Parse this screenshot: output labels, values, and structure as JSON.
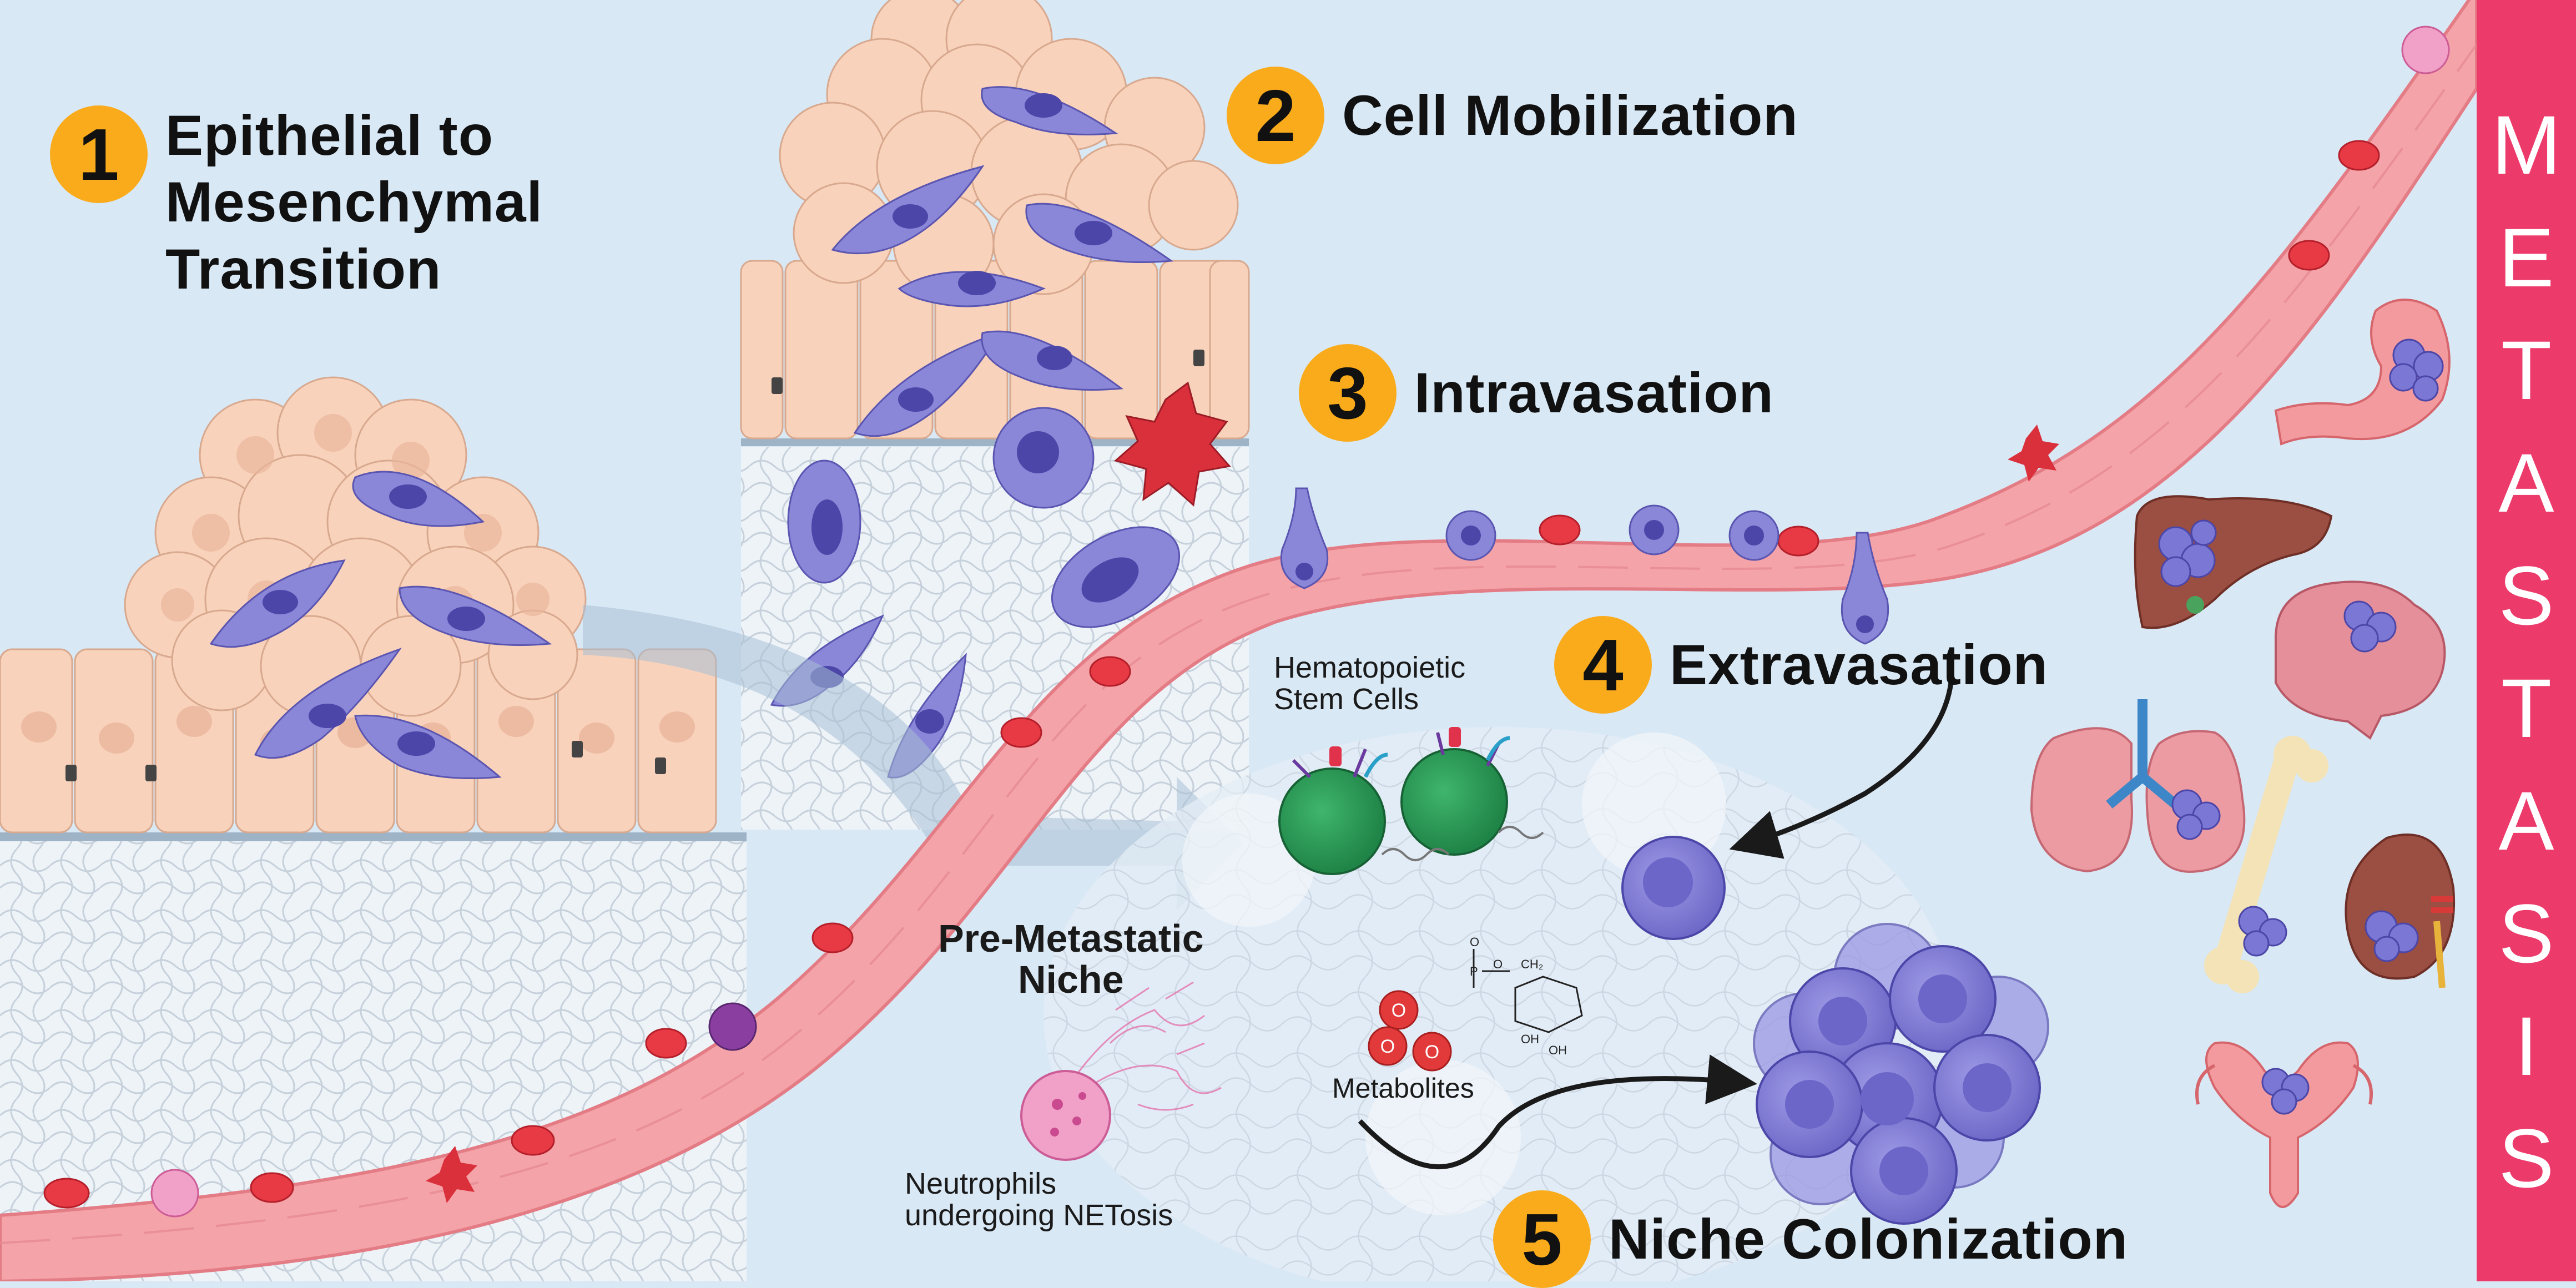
{
  "steps": [
    {
      "number": "1",
      "title": "Epithelial to\nMesenchymal\nTransition"
    },
    {
      "number": "2",
      "title": "Cell Mobilization"
    },
    {
      "number": "3",
      "title": "Intravasation"
    },
    {
      "number": "4",
      "title": "Extravasation"
    },
    {
      "number": "5",
      "title": "Niche Colonization"
    }
  ],
  "labels": {
    "hsc": "Hematopoietic\nStem Cells",
    "niche": "Pre-Metastatic\nNiche",
    "metabolites": "Metabolites",
    "neutrophils": "Neutrophils\nundergoing NETosis"
  },
  "chem": {
    "p": "P",
    "o": "O",
    "oh": "OH",
    "ch2": "CH₂"
  },
  "sidebar": {
    "letters": [
      "M",
      "E",
      "T",
      "A",
      "S",
      "T",
      "A",
      "S",
      "I",
      "S"
    ]
  },
  "colors": {
    "background": "#d9e8f5",
    "badge": "#f9ab1c",
    "sidebar": "#ec3a6b",
    "vessel": "#f4a3a8",
    "tumor_cell": "#8a86d8",
    "epithelial": "#f8d2bb",
    "hsc": "#2ea05a",
    "rbc": "#e73a45"
  },
  "organs": [
    "stomach-icon",
    "liver-icon",
    "brain-icon",
    "lungs-icon",
    "bone-icon",
    "kidney-icon",
    "uterus-icon"
  ]
}
